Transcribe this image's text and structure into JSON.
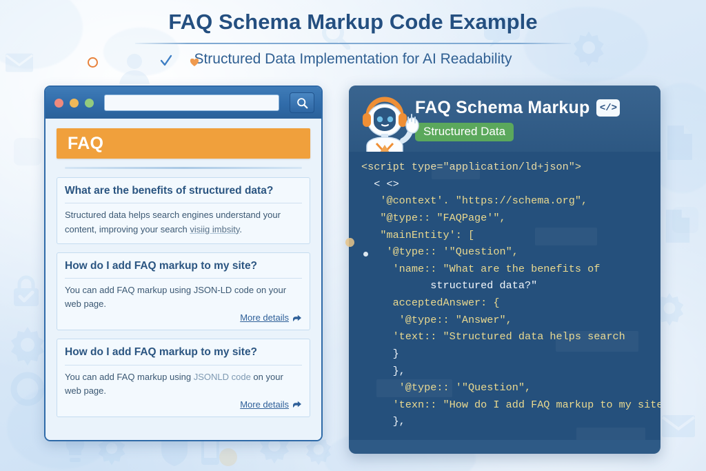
{
  "header": {
    "title": "FAQ Schema Markup Code Example",
    "subtitle": "Structured Data Implementation for AI Readability",
    "decorations": [
      "circle-outline-icon",
      "check-icon",
      "heart-icon"
    ]
  },
  "browser": {
    "traffic_lights": [
      "close-dot",
      "minimize-dot",
      "maximize-dot"
    ],
    "url_value": "",
    "url_placeholder": "",
    "search_icon": "search-icon",
    "banner_label": "FAQ",
    "faq_items": [
      {
        "question": "What are the benefits of structured data?",
        "answer_lead": "Structured data helps search engines understand your content, improving your search ",
        "answer_fuzzy": "visiig imbsity",
        "answer_tail": ".",
        "more_label": "",
        "has_more": false
      },
      {
        "question": "How do I add FAQ markup to my site?",
        "answer_lead": "You can add FAQ markup using JSON-LD code on your web page.",
        "answer_fuzzy": "",
        "answer_tail": "",
        "more_label": "More details",
        "has_more": true
      },
      {
        "question": "How do I add FAQ markup to my site?",
        "answer_lead": "You can add FAQ markup using ",
        "answer_fuzzy": "JSONLD code",
        "answer_tail": " on your web page.",
        "more_label": "More details",
        "has_more": true
      }
    ]
  },
  "code_panel": {
    "mascot": "robot-mascot-icon",
    "title": "FAQ Schema Markup",
    "code_icon_label": "</>",
    "badge_label": "Structured Data",
    "lines": [
      "<script type=\"application/ld+json\">",
      "  < <>",
      "   '@context'. \"https://schema.org\",",
      "   \"@type:: \"FAQPage'\",",
      "   \"mainEntity': [",
      "    '@type:: '\"Question\",",
      "     'name:: \"What are the benefits of",
      "           structured data?\"",
      "     acceptedAnswer: {",
      "      '@type:: \"Answer\",",
      "     'text:: \"Structured data helps search",
      "     }",
      "     },",
      "      '@type:: '\"Question\",",
      "     'texn:: \"How do I add FAQ markup to my site?\"",
      "     },"
    ]
  },
  "colors": {
    "page_bg": "#dceaf8",
    "title_blue": "#244f80",
    "accent_orange": "#f0a03c",
    "browser_chrome": "#2f6aa8",
    "code_panel_bg": "#25507c",
    "code_header_bg": "#2f5c89",
    "badge_green": "#5ba85c",
    "code_key": "#ead98f",
    "code_string": "#f3f7fb"
  }
}
